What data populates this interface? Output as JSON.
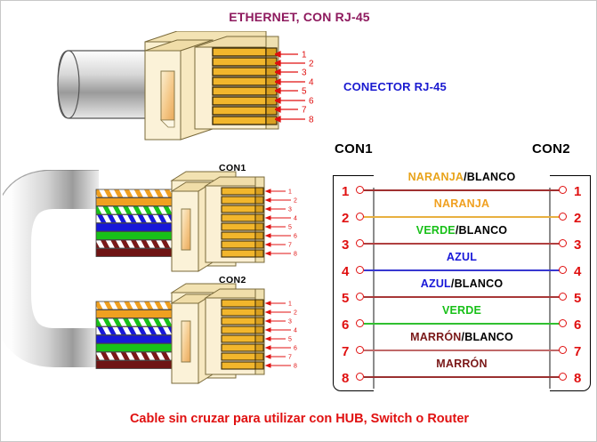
{
  "title": "ETHERNET, CON RJ-45",
  "connector_caption": "CONECTOR RJ-45",
  "footer_caption": "Cable sin cruzar para utilizar con HUB, Switch o Router",
  "headers": {
    "con1": "CON1",
    "con2": "CON2"
  },
  "plug_labels": {
    "plug1": "CON1",
    "plug2": "CON2"
  },
  "colors": {
    "title": "#8e1a5e",
    "connector_caption": "#1a1ad0",
    "footer_caption": "#e01010",
    "pin_number": "#e01010",
    "box_border": "#000000",
    "rail": "#8c8c8c",
    "plug_body": "#f7e8c0",
    "plug_body_light": "#fdf6e0",
    "plug_pin_gold": "#f0b429",
    "cable_gray": "#b8b8b8",
    "arrow_red": "#e01010"
  },
  "pinout": {
    "pins": [
      {
        "number": "1",
        "label_primary": "NARANJA",
        "label_separator": "/",
        "label_secondary": "BLANCO",
        "primary_color": "#e8a31a",
        "secondary_color": "#000000",
        "line_color": "#a03030"
      },
      {
        "number": "2",
        "label_primary": "NARANJA",
        "label_separator": "",
        "label_secondary": "",
        "primary_color": "#f0a020",
        "secondary_color": "#000000",
        "line_color": "#e8b040"
      },
      {
        "number": "3",
        "label_primary": "VERDE",
        "label_separator": "/",
        "label_secondary": "BLANCO",
        "primary_color": "#18c018",
        "secondary_color": "#000000",
        "line_color": "#b04040"
      },
      {
        "number": "4",
        "label_primary": "AZUL",
        "label_separator": "",
        "label_secondary": "",
        "primary_color": "#1818d8",
        "secondary_color": "#000000",
        "line_color": "#3838d0"
      },
      {
        "number": "5",
        "label_primary": "AZUL",
        "label_separator": "/",
        "label_secondary": "BLANCO",
        "primary_color": "#1818d8",
        "secondary_color": "#000000",
        "line_color": "#a83838"
      },
      {
        "number": "6",
        "label_primary": "VERDE",
        "label_separator": "",
        "label_secondary": "",
        "primary_color": "#18c018",
        "secondary_color": "#000000",
        "line_color": "#30c030"
      },
      {
        "number": "7",
        "label_primary": "MARRÓN",
        "label_separator": "/",
        "label_secondary": "BLANCO",
        "primary_color": "#7a1818",
        "secondary_color": "#000000",
        "line_color": "#c06868"
      },
      {
        "number": "8",
        "label_primary": "MARRÓN",
        "label_separator": "",
        "label_secondary": "",
        "primary_color": "#7a1818",
        "secondary_color": "#000000",
        "line_color": "#9a3030"
      }
    ]
  },
  "plug_pin_numbers": [
    "1",
    "2",
    "3",
    "4",
    "5",
    "6",
    "7",
    "8"
  ],
  "cable_wires": [
    {
      "index": 1,
      "base": "#ffffff",
      "stripe": "#f0a020",
      "striped": true
    },
    {
      "index": 2,
      "base": "#f0a020",
      "stripe": "#f0a020",
      "striped": false
    },
    {
      "index": 3,
      "base": "#ffffff",
      "stripe": "#18c018",
      "striped": true
    },
    {
      "index": 4,
      "base": "#ffffff",
      "stripe": "#1818d8",
      "striped": true
    },
    {
      "index": 5,
      "base": "#1818d8",
      "stripe": "#1818d8",
      "striped": false
    },
    {
      "index": 6,
      "base": "#18c018",
      "stripe": "#18c018",
      "striped": false
    },
    {
      "index": 7,
      "base": "#ffffff",
      "stripe": "#7a1818",
      "striped": true
    },
    {
      "index": 8,
      "base": "#6e1414",
      "stripe": "#6e1414",
      "striped": false
    }
  ]
}
